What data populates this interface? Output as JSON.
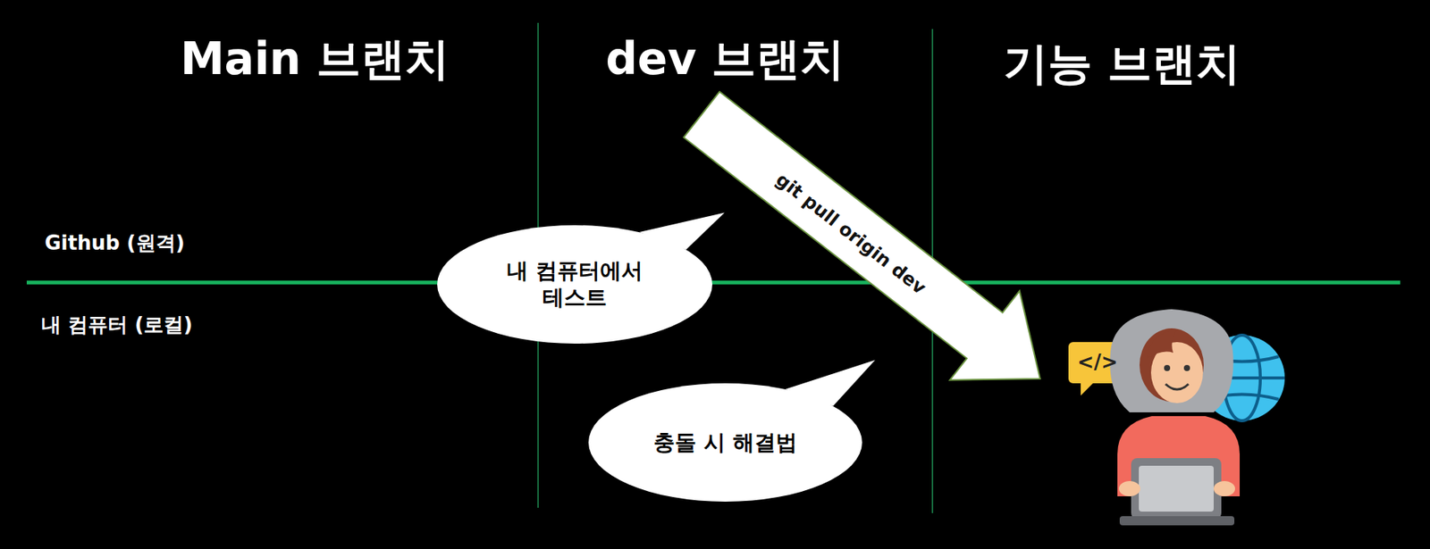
{
  "diagram": {
    "nodes": [
      {
        "text": [
          "내 컴퓨터에서 테스트"
        ]
      },
      {
        "text": [
          "충돌 시 해결법"
        ]
      }
    ],
    "labels": [
      "Main 브랜치",
      "dev 브랜치",
      "기능 브랜치",
      "Github (원격)",
      "내 컴퓨터 (로컬)",
      "git pull origin dev",
      "</>"
    ]
  }
}
